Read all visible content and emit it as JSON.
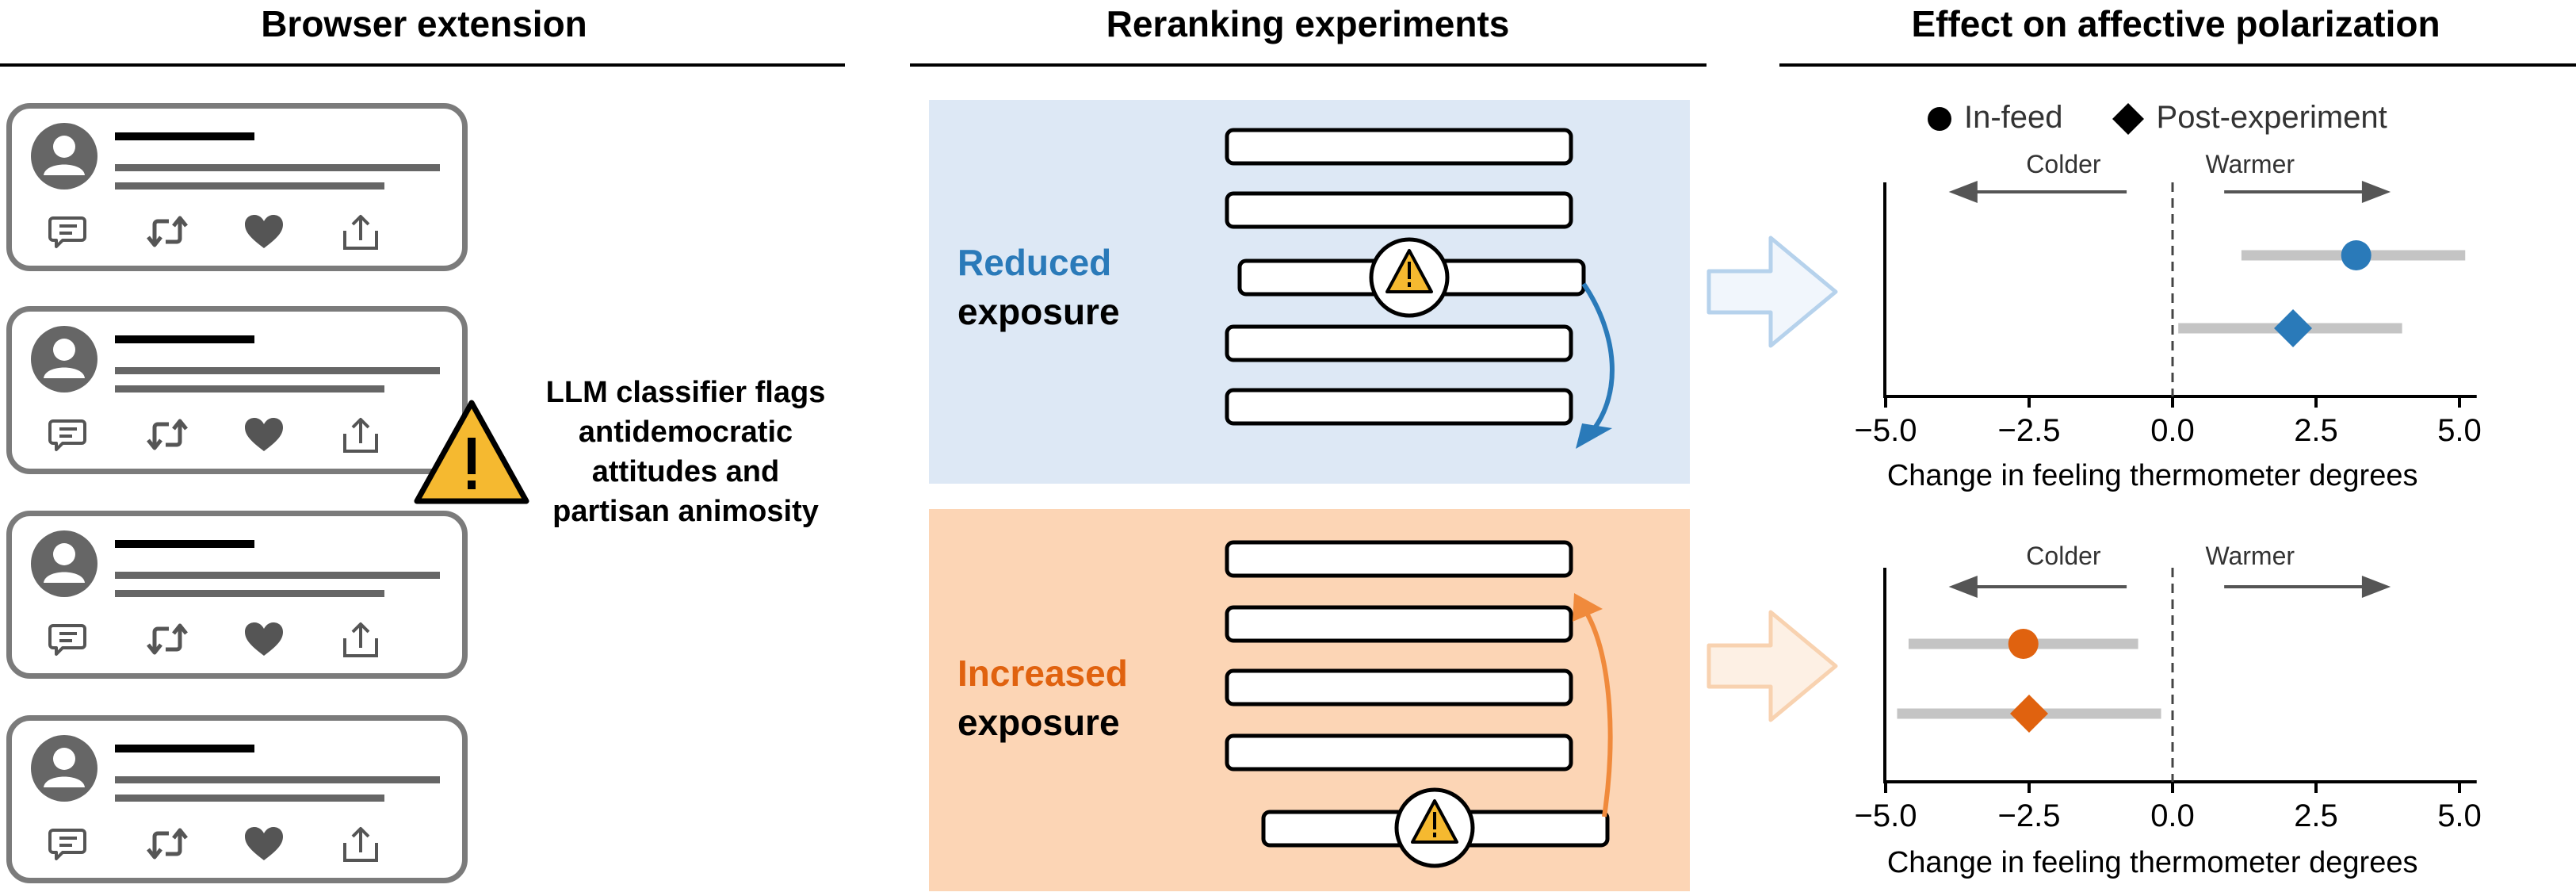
{
  "sections": {
    "browser_extension": "Browser extension",
    "reranking_experiments": "Reranking experiments",
    "effect": "Effect on affective polarization"
  },
  "classifier_note": {
    "line1": "LLM classifier flags",
    "line2": "antidemocratic",
    "line3": "attitudes and",
    "line4": "partisan animosity"
  },
  "experiments": {
    "reduced": {
      "word1": "Reduced",
      "word2": "exposure",
      "color": "#2a7ab9"
    },
    "increased": {
      "word1": "Increased",
      "word2": "exposure",
      "color": "#e0620f"
    }
  },
  "posts": [
    {
      "actions": [
        "comment-icon",
        "repost-icon",
        "heart-icon",
        "share-icon"
      ]
    },
    {
      "actions": [
        "comment-icon",
        "repost-icon",
        "heart-icon",
        "share-icon"
      ]
    },
    {
      "actions": [
        "comment-icon",
        "repost-icon",
        "heart-icon",
        "share-icon"
      ]
    },
    {
      "actions": [
        "comment-icon",
        "repost-icon",
        "heart-icon",
        "share-icon"
      ]
    }
  ],
  "legend": {
    "in_feed": "In-feed",
    "post_experiment": "Post-experiment"
  },
  "chart_data": [
    {
      "type": "scatter",
      "xlabel": "Change in feeling thermometer degrees",
      "xlim": [
        -5.5,
        5.3
      ],
      "xticks": [
        "−5.0",
        "−2.5",
        "0.0",
        "2.5",
        "5.0"
      ],
      "xtick_values": [
        -5.0,
        -2.5,
        0.0,
        2.5,
        5.0
      ],
      "direction_labels": {
        "left": "Colder",
        "right": "Warmer"
      },
      "zero_line": "dashed",
      "color": "#2a7ab9",
      "series": [
        {
          "name": "In-feed",
          "marker": "circle",
          "value": 3.2,
          "ci": [
            1.2,
            5.1
          ]
        },
        {
          "name": "Post-experiment",
          "marker": "diamond",
          "value": 2.1,
          "ci": [
            0.1,
            4.0
          ]
        }
      ]
    },
    {
      "type": "scatter",
      "xlabel": "Change in feeling thermometer degrees",
      "xlim": [
        -5.5,
        5.3
      ],
      "xticks": [
        "−5.0",
        "−2.5",
        "0.0",
        "2.5",
        "5.0"
      ],
      "xtick_values": [
        -5.0,
        -2.5,
        0.0,
        2.5,
        5.0
      ],
      "direction_labels": {
        "left": "Colder",
        "right": "Warmer"
      },
      "zero_line": "dashed",
      "color": "#e0620f",
      "series": [
        {
          "name": "In-feed",
          "marker": "circle",
          "value": -2.6,
          "ci": [
            -4.6,
            -0.6
          ]
        },
        {
          "name": "Post-experiment",
          "marker": "diamond",
          "value": -2.5,
          "ci": [
            -4.8,
            -0.2
          ]
        }
      ]
    }
  ]
}
